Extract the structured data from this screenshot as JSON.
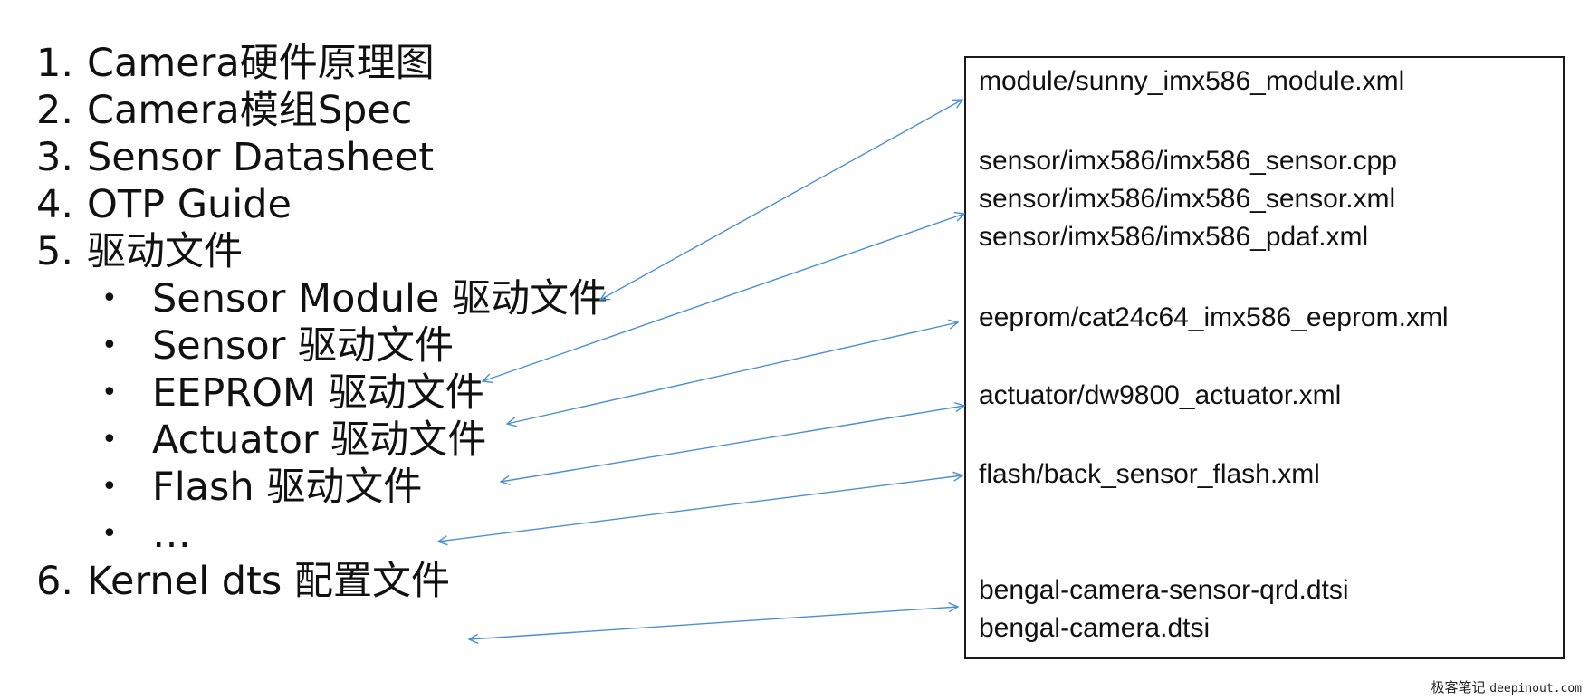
{
  "numbered_list": [
    {
      "num": "1.",
      "text": "Camera硬件原理图"
    },
    {
      "num": "2.",
      "text": "Camera模组Spec"
    },
    {
      "num": "3.",
      "text": "Sensor Datasheet"
    },
    {
      "num": "4.",
      "text": "OTP Guide"
    },
    {
      "num": "5.",
      "text": "驱动文件"
    }
  ],
  "bullet_list": [
    {
      "bullet": "•",
      "text": "Sensor Module 驱动文件"
    },
    {
      "bullet": "•",
      "text": "Sensor 驱动文件"
    },
    {
      "bullet": "•",
      "text": "EEPROM 驱动文件"
    },
    {
      "bullet": "•",
      "text": "Actuator 驱动文件"
    },
    {
      "bullet": "•",
      "text": "Flash 驱动文件"
    },
    {
      "bullet": "•",
      "text": "…"
    }
  ],
  "last_item": {
    "num": "6.",
    "text": "Kernel dts 配置文件"
  },
  "files": [
    "module/sunny_imx586_module.xml",
    "sensor/imx586/imx586_sensor.cpp",
    "sensor/imx586/imx586_sensor.xml",
    "sensor/imx586/imx586_pdaf.xml",
    "eeprom/cat24c64_imx586_eeprom.xml",
    "actuator/dw9800_actuator.xml",
    "flash/back_sensor_flash.xml",
    "bengal-camera-sensor-qrd.dtsi",
    "bengal-camera.dtsi"
  ],
  "watermark": {
    "cn": "极客笔记",
    "site": "deepinout.com"
  },
  "colors": {
    "arrow": "#4a8fd4",
    "text": "#111111",
    "border": "#1a1a1a"
  }
}
